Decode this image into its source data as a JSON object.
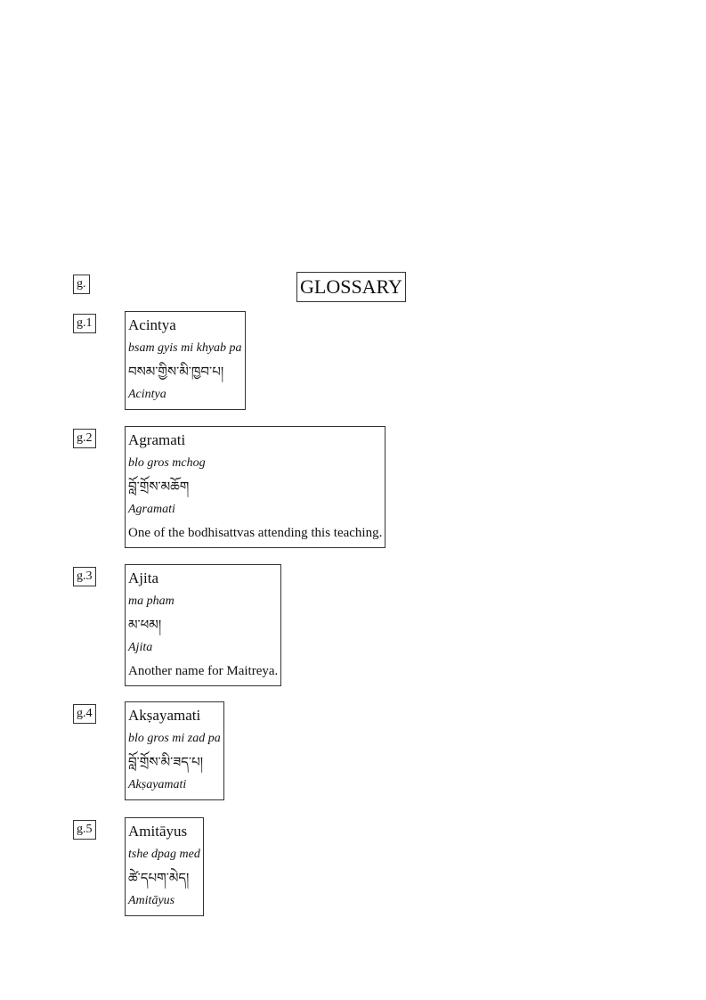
{
  "section": {
    "label": "g.",
    "title": "GLOSSARY"
  },
  "entries": [
    {
      "id": "g.1",
      "term": "Acintya",
      "wylie": "bsam gyis mi khyab pa",
      "tibetan": "བསམ་གྱིས་མི་ཁྱབ་པ།",
      "sanskrit": "Acintya",
      "definition": ""
    },
    {
      "id": "g.2",
      "term": "Agramati",
      "wylie": "blo gros mchog",
      "tibetan": "བློ་གྲོས་མཆོག",
      "sanskrit": "Agramati",
      "definition": "One of the bodhisattvas attending this teaching."
    },
    {
      "id": "g.3",
      "term": "Ajita",
      "wylie": "ma pham",
      "tibetan": "མ་ཕམ།",
      "sanskrit": "Ajita",
      "definition": "Another name for Maitreya."
    },
    {
      "id": "g.4",
      "term": "Akṣayamati",
      "wylie": "blo gros mi zad pa",
      "tibetan": "བློ་གྲོས་མི་ཟད་པ།",
      "sanskrit": "Akṣayamati",
      "definition": ""
    },
    {
      "id": "g.5",
      "term": "Amitāyus",
      "wylie": "tshe dpag med",
      "tibetan": "ཚེ་དཔག་མེད།",
      "sanskrit": "Amitāyus",
      "definition": ""
    }
  ]
}
